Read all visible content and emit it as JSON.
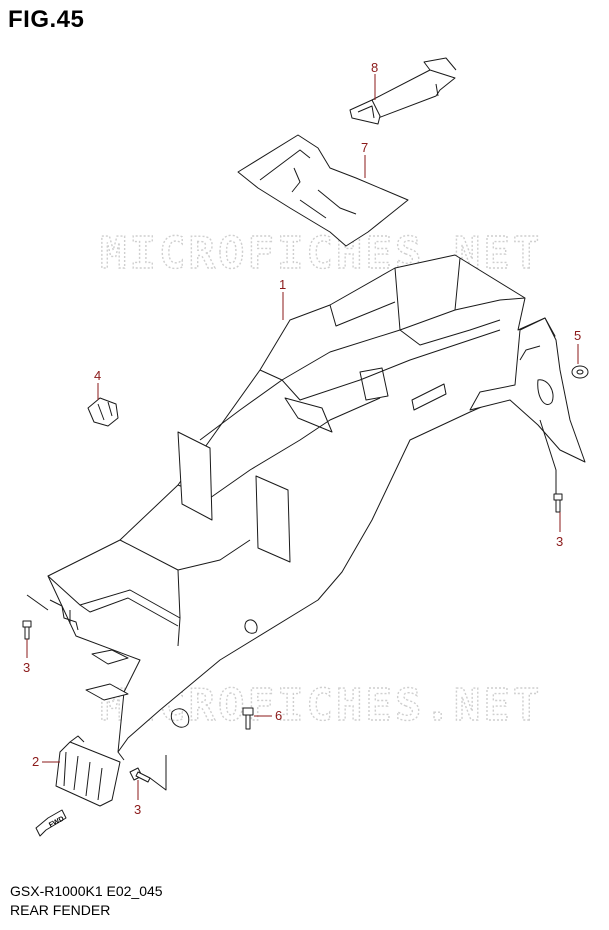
{
  "figure": {
    "title": "FIG.45",
    "model_code": "GSX-R1000K1 E02_045",
    "section_name": "REAR FENDER"
  },
  "watermark": {
    "text": "MICROFICHES.NET"
  },
  "forward_arrow": {
    "label": "FWD"
  },
  "callouts": [
    {
      "id": "callout-1",
      "number": "1"
    },
    {
      "id": "callout-2",
      "number": "2"
    },
    {
      "id": "callout-3-right",
      "number": "3"
    },
    {
      "id": "callout-3-left",
      "number": "3"
    },
    {
      "id": "callout-3-bottom",
      "number": "3"
    },
    {
      "id": "callout-4",
      "number": "4"
    },
    {
      "id": "callout-5",
      "number": "5"
    },
    {
      "id": "callout-6",
      "number": "6"
    },
    {
      "id": "callout-7",
      "number": "7"
    },
    {
      "id": "callout-8",
      "number": "8"
    }
  ],
  "colors": {
    "callout": "#8b1a1a",
    "line": "#1a1a1a",
    "watermark": "#cfcfcf"
  }
}
